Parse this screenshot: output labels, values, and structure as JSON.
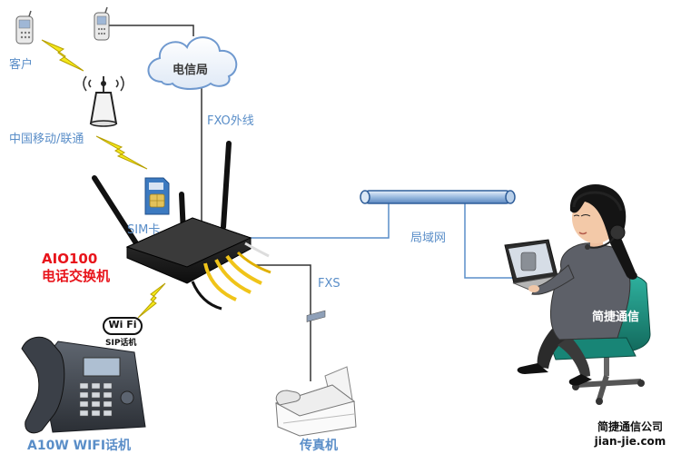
{
  "labels": {
    "customer": "客户",
    "telecom": "电信局",
    "mobile_unicom": "中国移动/联通",
    "fxo_line": "FXO外线",
    "sim_card": "SIM卡",
    "product_name": "AIO100",
    "product_desc": "电话交换机",
    "lan": "局域网",
    "fxs": "FXS",
    "wifi_badge": "Wi Fi",
    "sip_phone": "SIP话机",
    "phone_model": "A10W WIFI话机",
    "fax": "传真机",
    "operator_chair": "简捷通信",
    "company_name": "简捷通信公司",
    "company_site": "jian-jie.com"
  },
  "colors": {
    "label_blue": "#5a8ec8",
    "product_red": "#e8141b",
    "lightning_yellow": "#f4e81c",
    "cable_yellow": "#f0c419",
    "lan_pipe": "#9bbbe0",
    "chair_teal": "#1f8a7a"
  }
}
